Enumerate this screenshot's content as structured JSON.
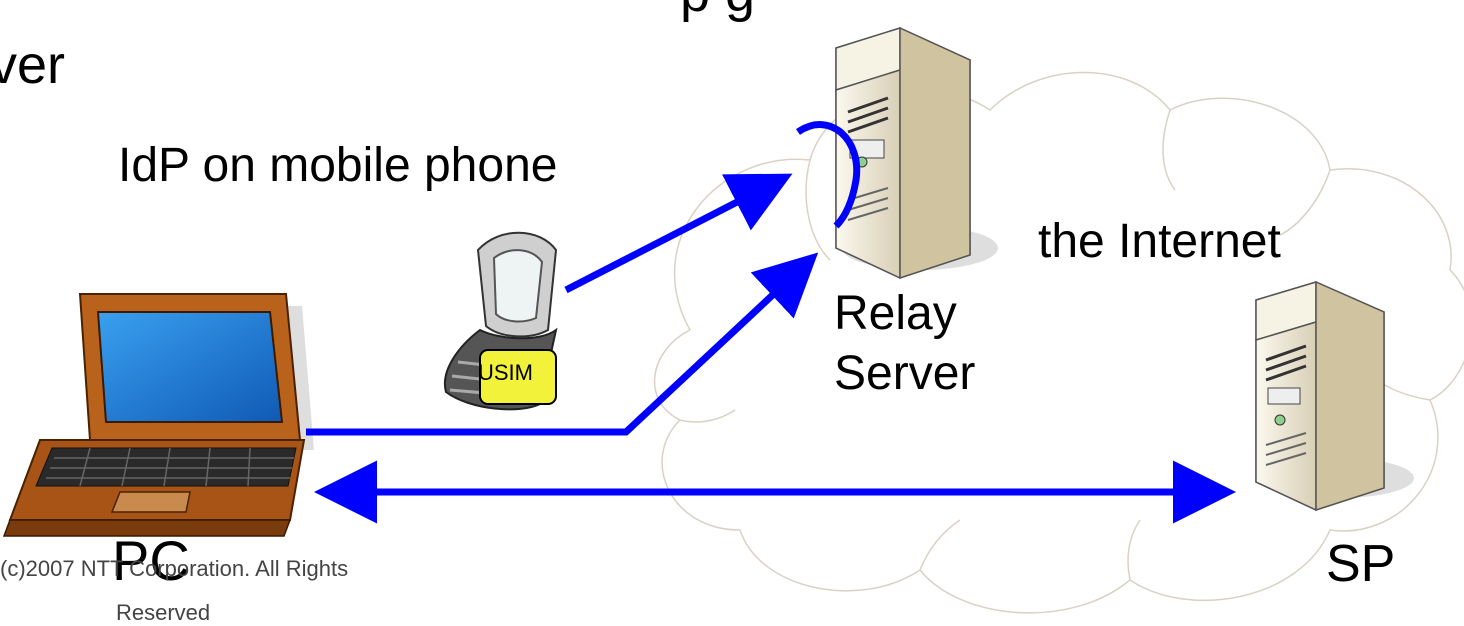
{
  "labels": {
    "server_partial": "rver",
    "top_partial": "p       g",
    "idp": "IdP on mobile phone",
    "internet": "the Internet",
    "relay_line1": "Relay",
    "relay_line2": "Server",
    "pc": "PC",
    "sp": "SP",
    "usim": "USIM",
    "copyright_line1": "(c)2007 NTT Corporation.  All Rights",
    "copyright_line2": "Reserved"
  },
  "colors": {
    "arrow": "#0000ff",
    "cloud_stroke": "#d9d2c4",
    "server_body": "#f0ead8",
    "usim_fill": "#f2f23a",
    "laptop_body": "#b8621c",
    "laptop_screen": "#1f7ad6"
  }
}
